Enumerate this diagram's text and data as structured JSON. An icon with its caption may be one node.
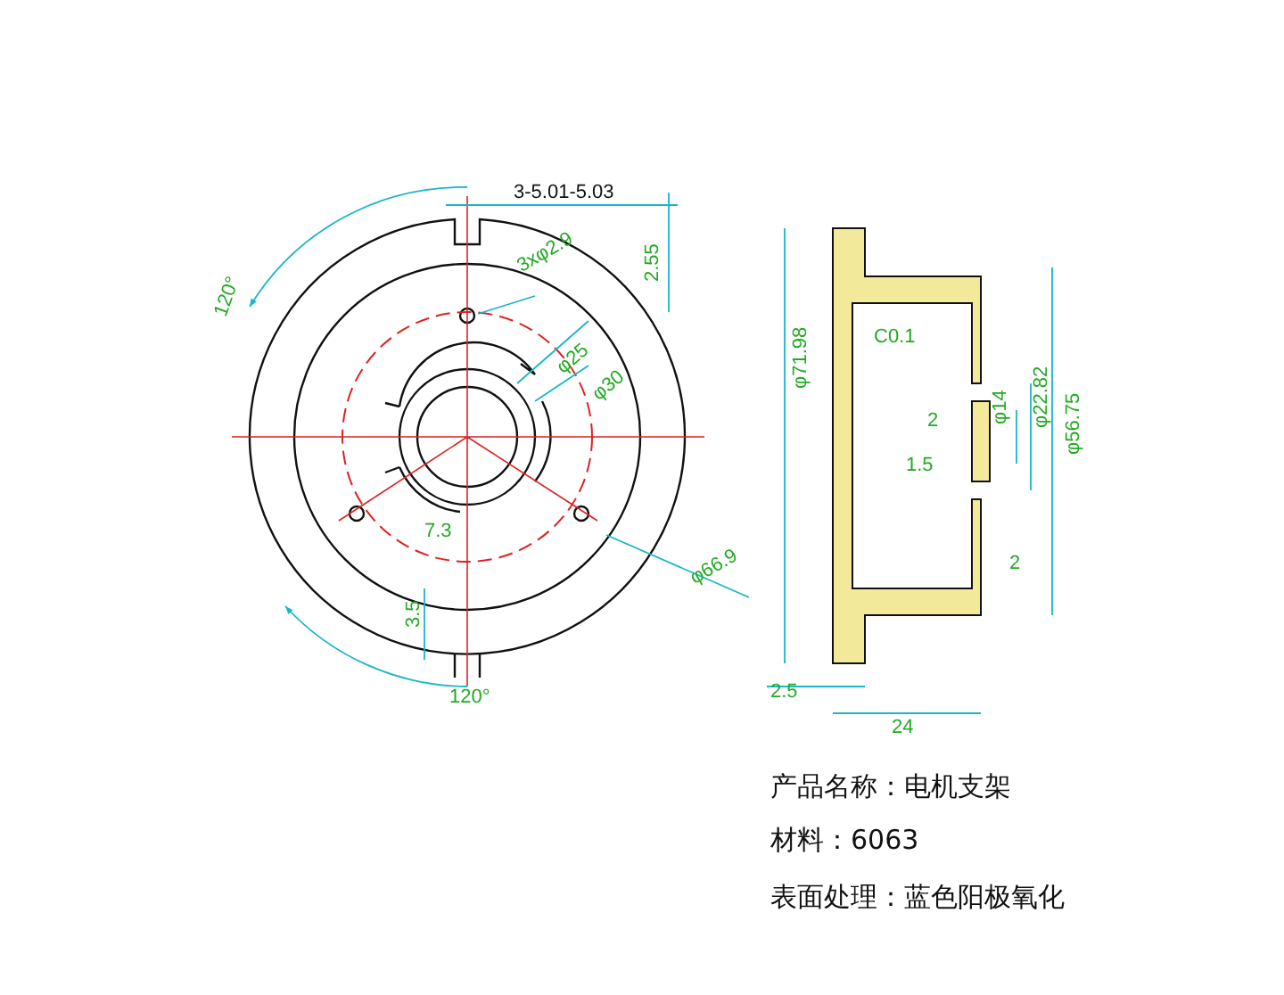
{
  "diagram": {
    "labels": [
      "3-5.01-5.03",
      "3xφ2.9",
      "2.55",
      "120°",
      "φ25",
      "φ30",
      "7.3",
      "3.5",
      "120°",
      "φ66.9",
      "φ71.98",
      "C0.1",
      "2",
      "1.5",
      "φ14",
      "φ22.82",
      "φ56.75",
      "2",
      "2.5",
      "24",
      "产品名称：电机支架",
      "材料：6063",
      "表面处理：蓝色阳极氧化"
    ]
  }
}
